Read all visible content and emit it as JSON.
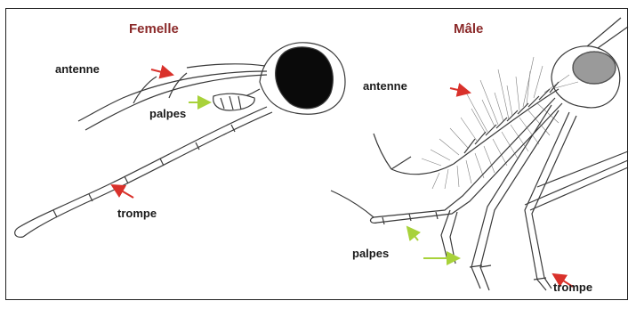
{
  "female": {
    "title": "Femelle",
    "antenna_label": "antenne",
    "palps_label": "palpes",
    "proboscis_label": "trompe"
  },
  "male": {
    "title": "Mâle",
    "antenna_label": "antenne",
    "palps_label": "palpes",
    "proboscis_label": "trompe"
  },
  "colors": {
    "title": "#8b2a2a",
    "antenna_arrow": "#d9312b",
    "palps_arrow": "#a8d23a",
    "proboscis_arrow": "#d9312b",
    "line": "#3a3a3a"
  }
}
